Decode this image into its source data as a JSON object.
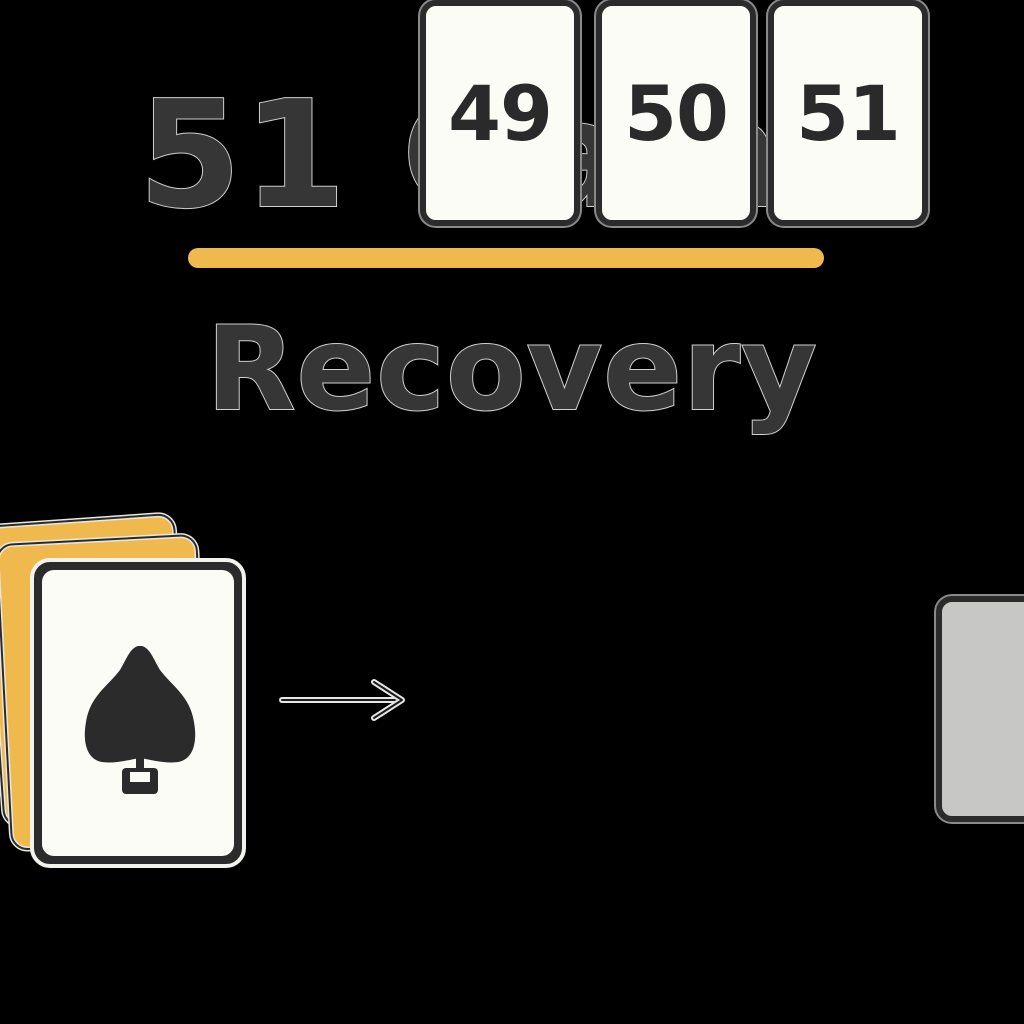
{
  "title": "51 Game",
  "subtitle": "Recovery",
  "deck": {
    "icon": "spade-icon",
    "card_color": "#fcfcf7",
    "edge_color": "#f0b94d"
  },
  "sequence": [
    {
      "value": "49"
    },
    {
      "value": "50"
    },
    {
      "value": "51"
    }
  ],
  "colors": {
    "background": "#000000",
    "accent": "#f0b94d",
    "text": "#363636",
    "card_face": "#fcfcf7",
    "hidden_card": "#c7c7c5"
  }
}
